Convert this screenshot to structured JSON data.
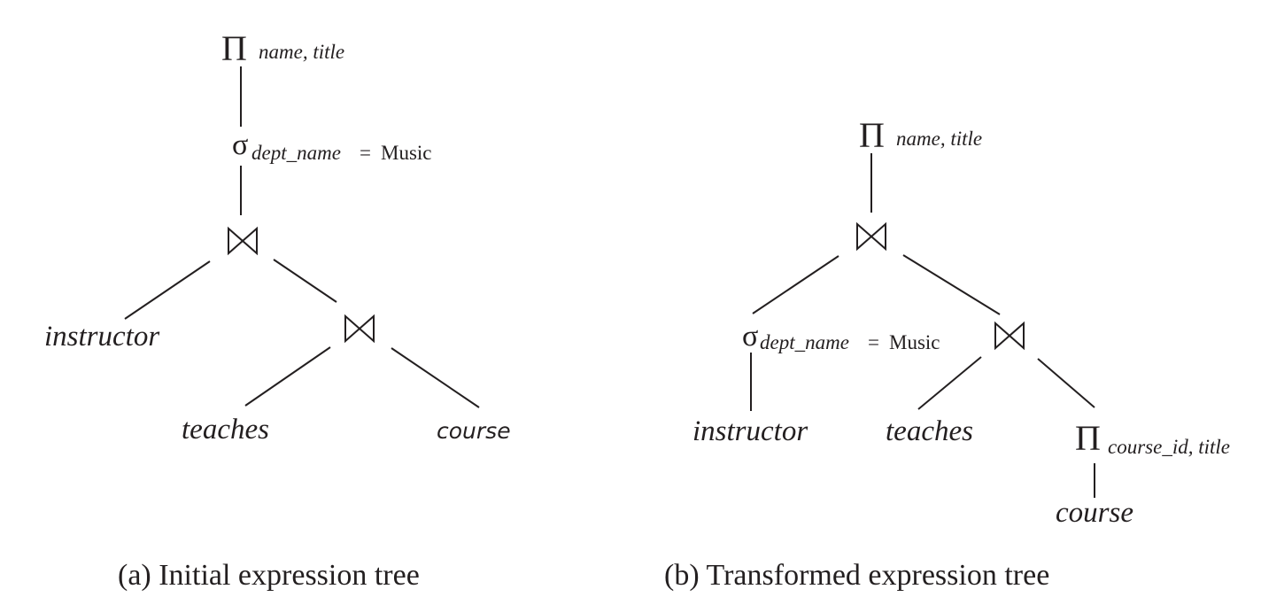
{
  "tree_a": {
    "root_projection": {
      "symbol": "Π",
      "attributes": "name, title"
    },
    "selection": {
      "symbol": "σ",
      "attribute": "dept_name",
      "op": "=",
      "value": "Music"
    },
    "join_top": {
      "symbol": "⋈"
    },
    "join_inner": {
      "symbol": "⋈"
    },
    "leaves": {
      "instructor": "instructor",
      "teaches": "teaches",
      "course": "course"
    },
    "caption": "(a) Initial expression tree"
  },
  "tree_b": {
    "root_projection": {
      "symbol": "Π",
      "attributes": "name, title"
    },
    "join_top": {
      "symbol": "⋈"
    },
    "selection": {
      "symbol": "σ",
      "attribute": "dept_name",
      "op": "=",
      "value": "Music"
    },
    "join_inner": {
      "symbol": "⋈"
    },
    "course_projection": {
      "symbol": "Π",
      "attributes": "course_id, title"
    },
    "leaves": {
      "instructor": "instructor",
      "teaches": "teaches",
      "course": "course"
    },
    "caption": "(b) Transformed expression tree"
  }
}
